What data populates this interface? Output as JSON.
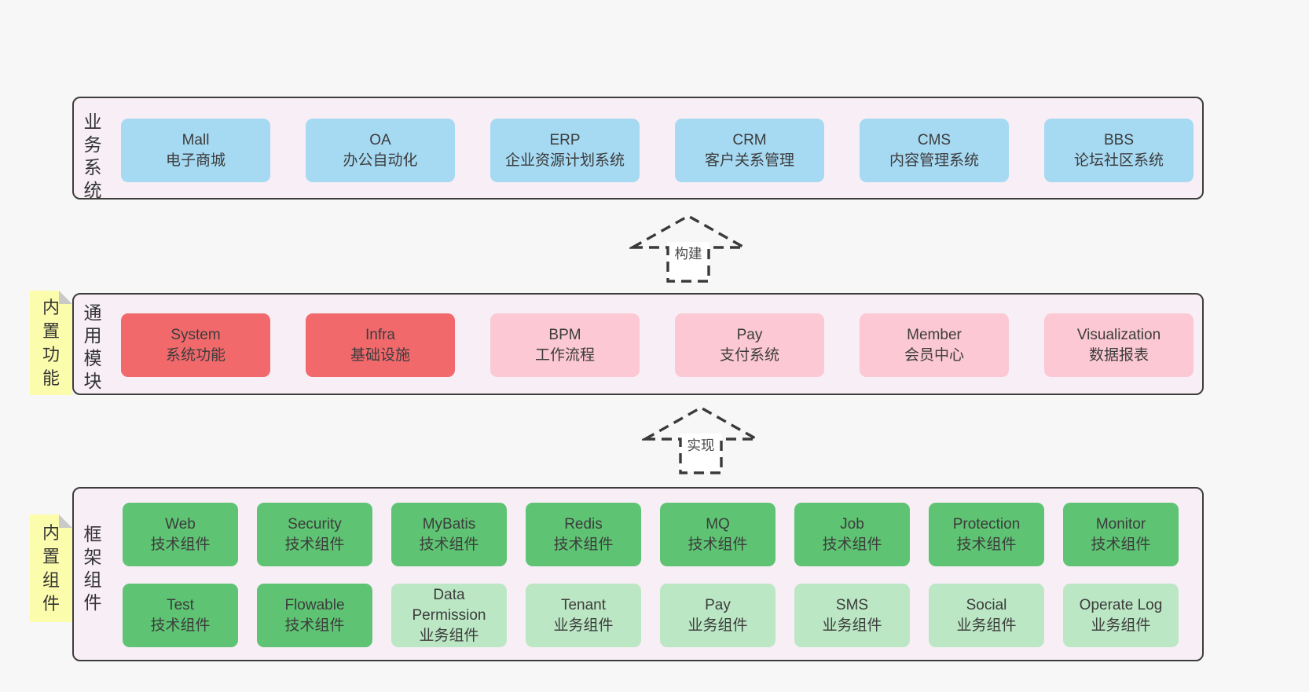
{
  "diagram": {
    "title_hidden": "",
    "colors": {
      "page_bg": "#f7f7f7",
      "band_bg": "#f8eef6",
      "band_border": "#3d3d3d",
      "blue": "#a6d9f2",
      "red": "#f2696c",
      "pink": "#fbc8d3",
      "green": "#5ec473",
      "green_light": "#bbe7c4",
      "note_yellow": "#fcfcad",
      "note_fold": "#c9c9c9"
    }
  },
  "arrows": [
    {
      "label": "构建"
    },
    {
      "label": "实现"
    }
  ],
  "bands": [
    {
      "side_label": "业务系统",
      "boxes": [
        {
          "title": "Mall",
          "subtitle": "电子商城",
          "variant": "blue"
        },
        {
          "title": "OA",
          "subtitle": "办公自动化",
          "variant": "blue"
        },
        {
          "title": "ERP",
          "subtitle": "企业资源计划系统",
          "variant": "blue"
        },
        {
          "title": "CRM",
          "subtitle": "客户关系管理",
          "variant": "blue"
        },
        {
          "title": "CMS",
          "subtitle": "内容管理系统",
          "variant": "blue"
        },
        {
          "title": "BBS",
          "subtitle": "论坛社区系统",
          "variant": "blue"
        }
      ]
    },
    {
      "note": "内置功能",
      "side_label": "通用模块",
      "boxes": [
        {
          "title": "System",
          "subtitle": "系统功能",
          "variant": "red"
        },
        {
          "title": "Infra",
          "subtitle": "基础设施",
          "variant": "red"
        },
        {
          "title": "BPM",
          "subtitle": "工作流程",
          "variant": "pink"
        },
        {
          "title": "Pay",
          "subtitle": "支付系统",
          "variant": "pink"
        },
        {
          "title": "Member",
          "subtitle": "会员中心",
          "variant": "pink"
        },
        {
          "title": "Visualization",
          "subtitle": "数据报表",
          "variant": "pink"
        }
      ]
    },
    {
      "note": "内置组件",
      "side_label": "框架组件",
      "rows": [
        {
          "boxes": [
            {
              "title": "Web",
              "subtitle": "技术组件",
              "variant": "green"
            },
            {
              "title": "Security",
              "subtitle": "技术组件",
              "variant": "green"
            },
            {
              "title": "MyBatis",
              "subtitle": "技术组件",
              "variant": "green"
            },
            {
              "title": "Redis",
              "subtitle": "技术组件",
              "variant": "green"
            },
            {
              "title": "MQ",
              "subtitle": "技术组件",
              "variant": "green"
            },
            {
              "title": "Job",
              "subtitle": "技术组件",
              "variant": "green"
            },
            {
              "title": "Protection",
              "subtitle": "技术组件",
              "variant": "green"
            },
            {
              "title": "Monitor",
              "subtitle": "技术组件",
              "variant": "green"
            }
          ]
        },
        {
          "boxes": [
            {
              "title": "Test",
              "subtitle": "技术组件",
              "variant": "green"
            },
            {
              "title": "Flowable",
              "subtitle": "技术组件",
              "variant": "green"
            },
            {
              "title": "Data Permission",
              "subtitle": "业务组件",
              "variant": "green-light"
            },
            {
              "title": "Tenant",
              "subtitle": "业务组件",
              "variant": "green-light"
            },
            {
              "title": "Pay",
              "subtitle": "业务组件",
              "variant": "green-light"
            },
            {
              "title": "SMS",
              "subtitle": "业务组件",
              "variant": "green-light"
            },
            {
              "title": "Social",
              "subtitle": "业务组件",
              "variant": "green-light"
            },
            {
              "title": "Operate Log",
              "subtitle": "业务组件",
              "variant": "green-light"
            }
          ]
        }
      ]
    }
  ]
}
